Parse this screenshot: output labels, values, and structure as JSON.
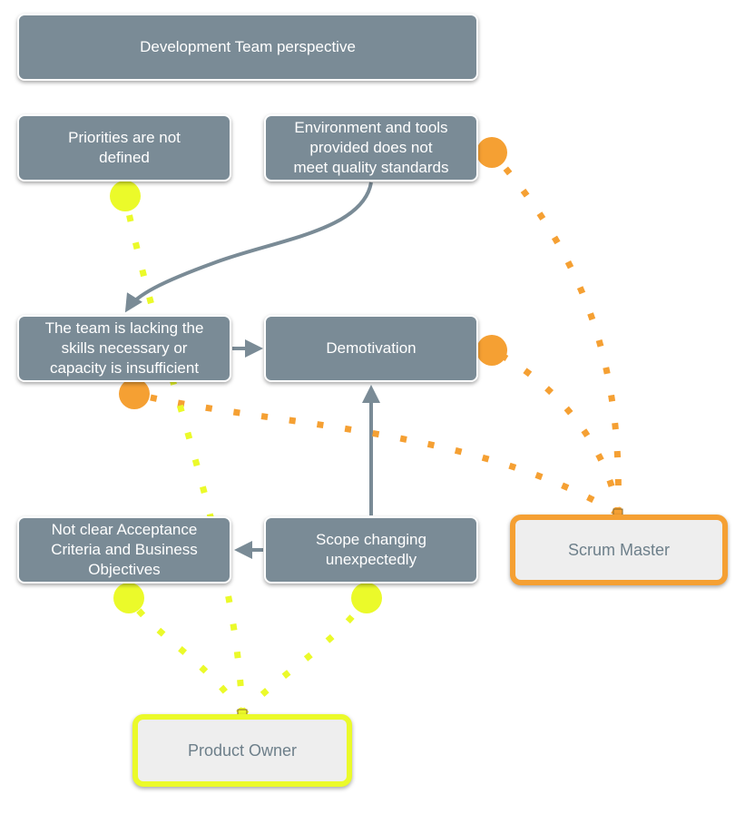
{
  "colors": {
    "node_fill": "#7a8b96",
    "node_text": "#ffffff",
    "role_fill": "#eeeeee",
    "role_text": "#6d7f8a",
    "arrow": "#7a8b96",
    "scrum_master": "#f5a033",
    "product_owner": "#ebfa2a"
  },
  "diagram": {
    "header": "Development Team perspective",
    "nodes": {
      "priorities": "Priorities are not\ndefined",
      "environment": "Environment and tools\nprovided does not\nmeet quality standards",
      "skills": "The team is lacking the\nskills necessary or\ncapacity is insufficient",
      "demotivation": "Demotivation",
      "acceptance": "Not clear Acceptance\nCriteria and Business\nObjectives",
      "scope": "Scope changing\nunexpectedly"
    },
    "roles": {
      "scrum_master": "Scrum Master",
      "product_owner": "Product Owner"
    },
    "edges": [
      {
        "from": "environment",
        "to": "skills",
        "style": "arrow"
      },
      {
        "from": "skills",
        "to": "demotivation",
        "style": "arrow"
      },
      {
        "from": "scope",
        "to": "demotivation",
        "style": "arrow"
      },
      {
        "from": "scope",
        "to": "acceptance",
        "style": "arrow"
      },
      {
        "from": "scrum_master",
        "to": "environment",
        "style": "dotted",
        "color": "scrum_master"
      },
      {
        "from": "scrum_master",
        "to": "demotivation",
        "style": "dotted",
        "color": "scrum_master"
      },
      {
        "from": "scrum_master",
        "to": "skills",
        "style": "dotted",
        "color": "scrum_master"
      },
      {
        "from": "product_owner",
        "to": "priorities",
        "style": "dotted",
        "color": "product_owner"
      },
      {
        "from": "product_owner",
        "to": "acceptance",
        "style": "dotted",
        "color": "product_owner"
      },
      {
        "from": "product_owner",
        "to": "scope",
        "style": "dotted",
        "color": "product_owner"
      }
    ]
  }
}
